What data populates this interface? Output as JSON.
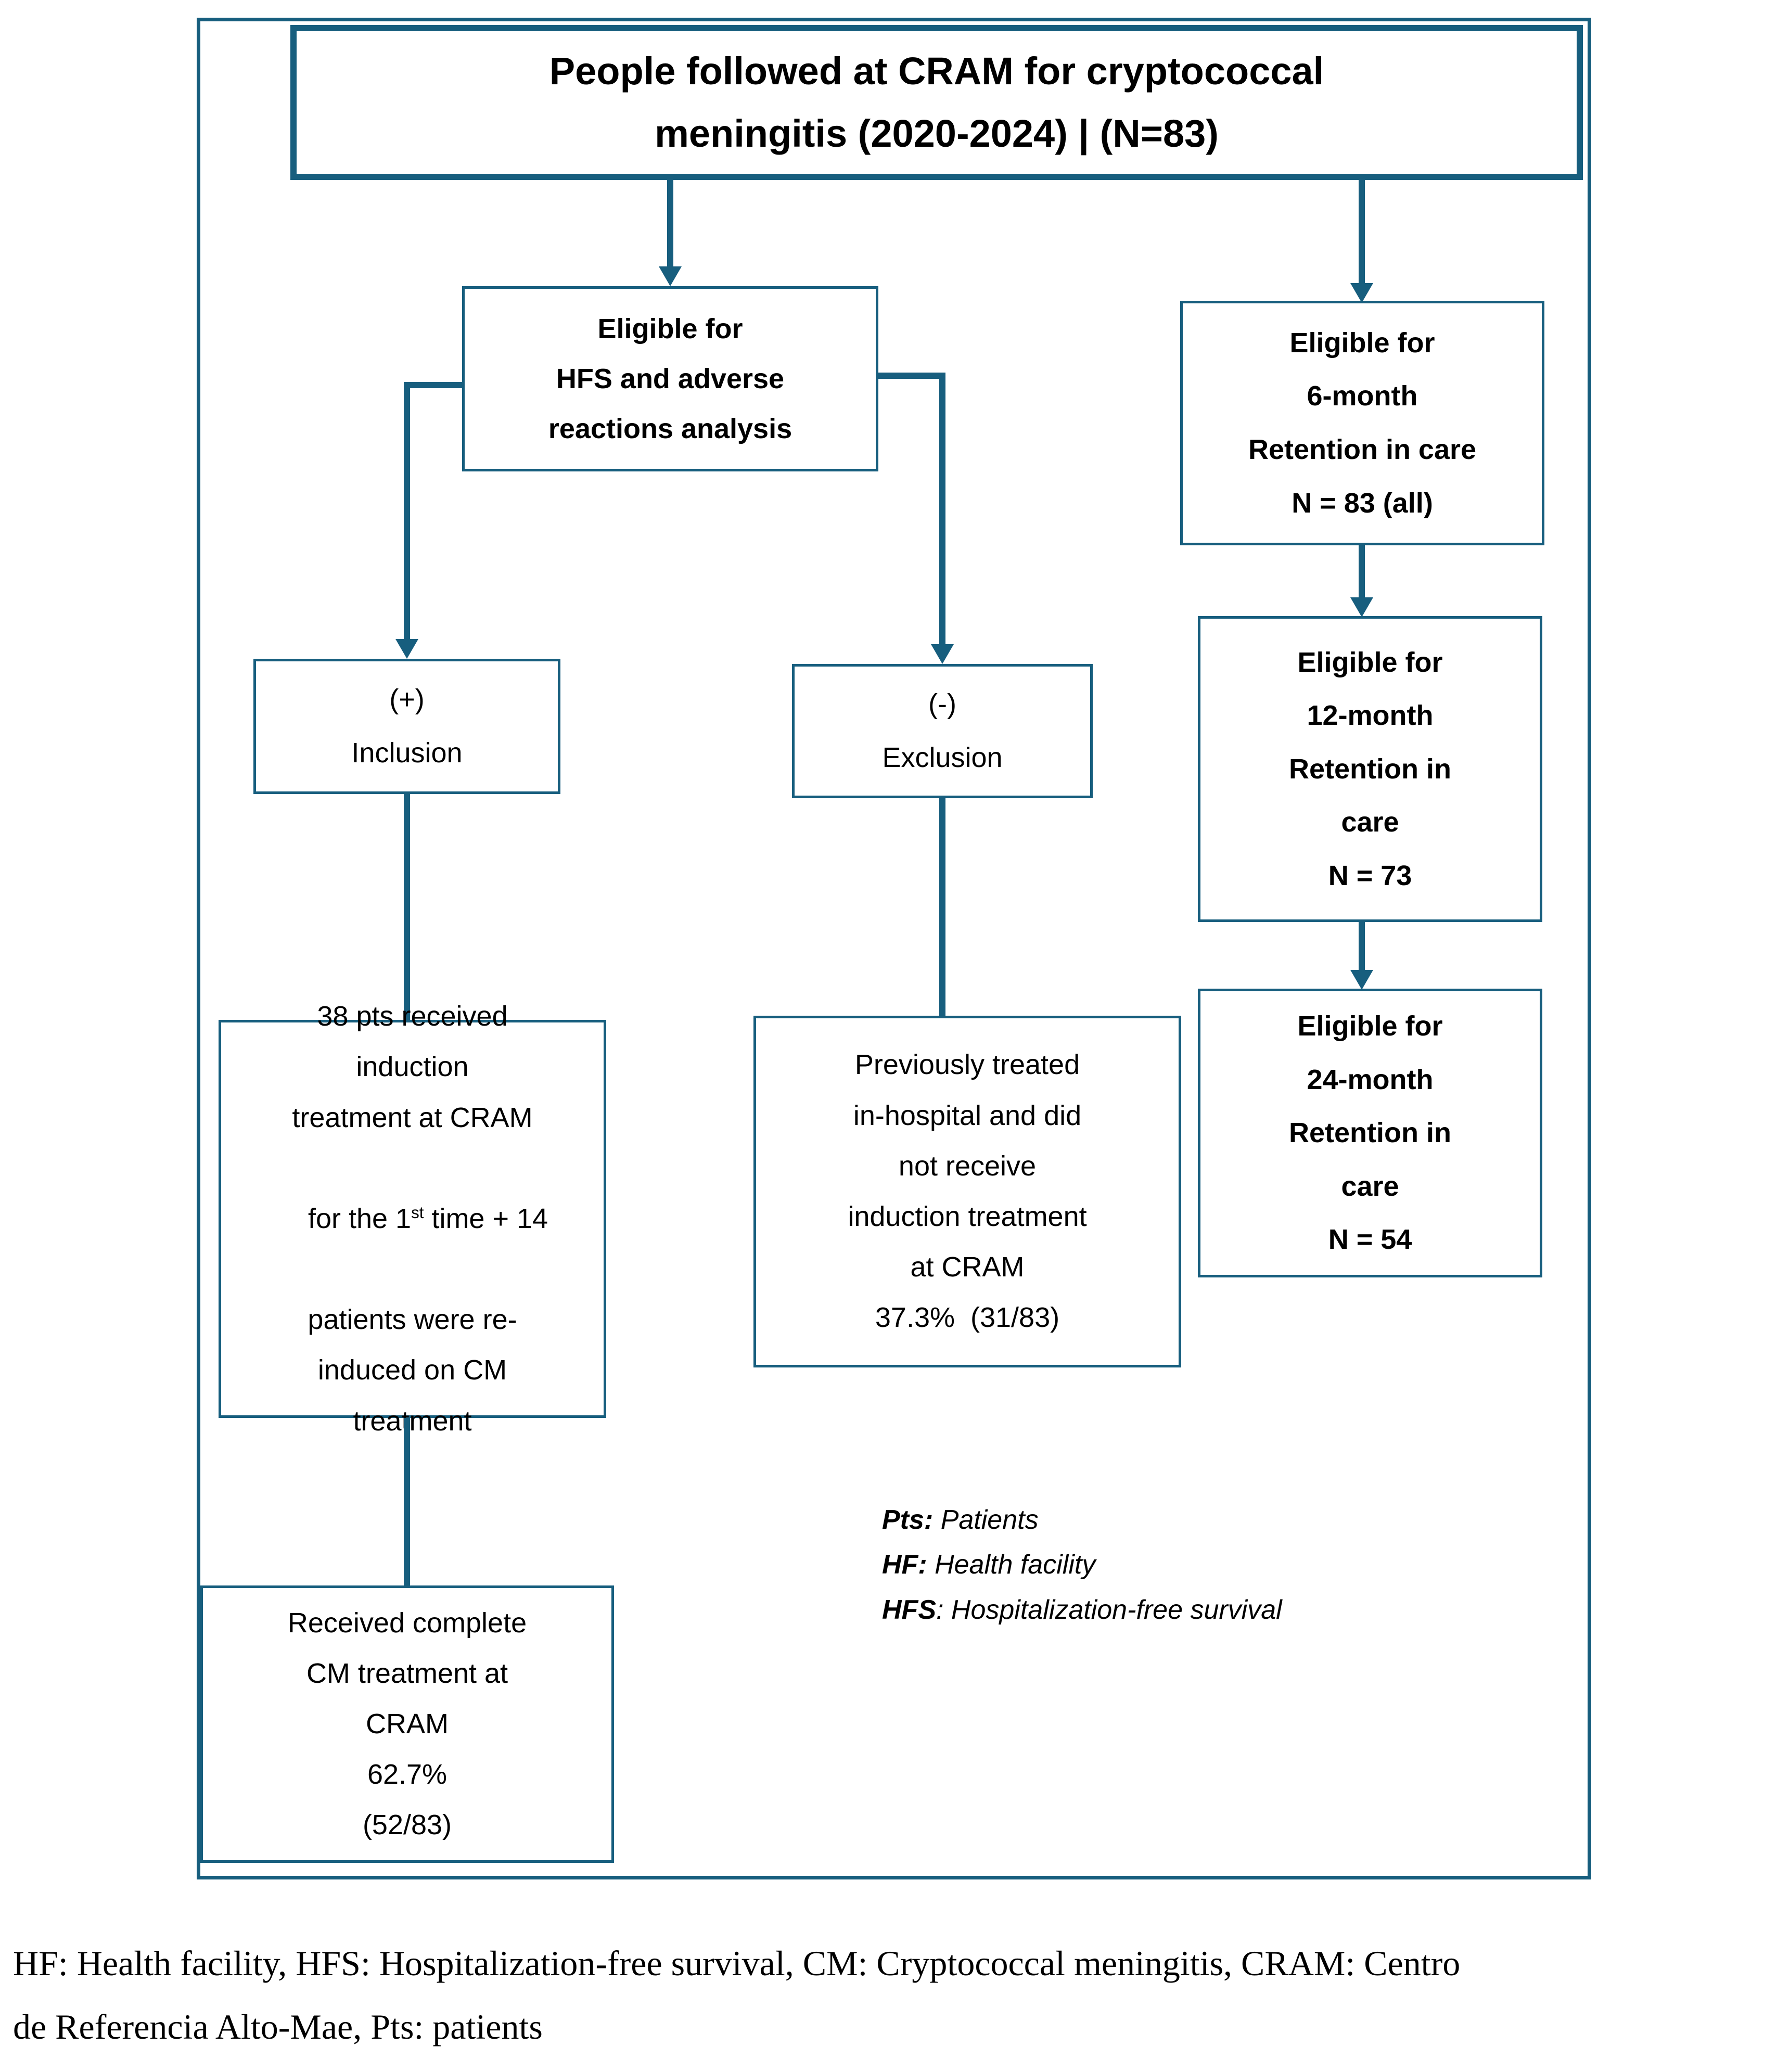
{
  "colors": {
    "accent": "#175E7E",
    "text": "#000000",
    "background": "#FFFFFF"
  },
  "title": {
    "lines": [
      "People followed at CRAM for cryptococcal",
      "meningitis (2020-2024) | (N=83)"
    ]
  },
  "flowchart": {
    "hfs_box": {
      "lines": [
        "Eligible for",
        "HFS and adverse",
        "reactions analysis"
      ]
    },
    "retention_6m_box": {
      "lines": [
        "Eligible for",
        "6-month",
        "Retention in care",
        "N = 83 (all)"
      ]
    },
    "retention_12m_box": {
      "lines": [
        "Eligible for",
        "12-month",
        "Retention in",
        "care",
        "N = 73"
      ]
    },
    "retention_24m_box": {
      "lines": [
        "Eligible for",
        "24-month",
        "Retention in",
        "care",
        "N = 54"
      ]
    },
    "inclusion_box": {
      "lines": [
        "(+)",
        "Inclusion"
      ]
    },
    "exclusion_box": {
      "lines": [
        "(-)",
        "Exclusion"
      ]
    },
    "induction_box": {
      "lines_top": [
        "38 pts received",
        "induction",
        "treatment at CRAM"
      ],
      "ordinal_line": {
        "pre": "for the 1",
        "sup": "st",
        "post": " time + 14"
      },
      "lines_bottom": [
        "patients were re-",
        "induced on CM",
        "treatment"
      ]
    },
    "previously_treated_box": {
      "lines": [
        "Previously treated",
        "in-hospital and did",
        "not receive",
        "induction treatment",
        "at CRAM",
        "37.3%  (31/83)"
      ]
    },
    "complete_treatment_box": {
      "lines": [
        "Received complete",
        "CM treatment at",
        "CRAM",
        "62.7%",
        "(52/83)"
      ]
    }
  },
  "legend": {
    "items": [
      {
        "label": "Pts:",
        "text": " Patients"
      },
      {
        "label": "HF:",
        "text": " Health facility"
      },
      {
        "label": "HFS",
        "text": ": Hospitalization-free survival"
      }
    ]
  },
  "caption": {
    "lines": [
      "HF: Health facility, HFS: Hospitalization-free survival, CM: Cryptococcal meningitis, CRAM: Centro",
      "de Referencia Alto-Mae, Pts: patients"
    ]
  }
}
